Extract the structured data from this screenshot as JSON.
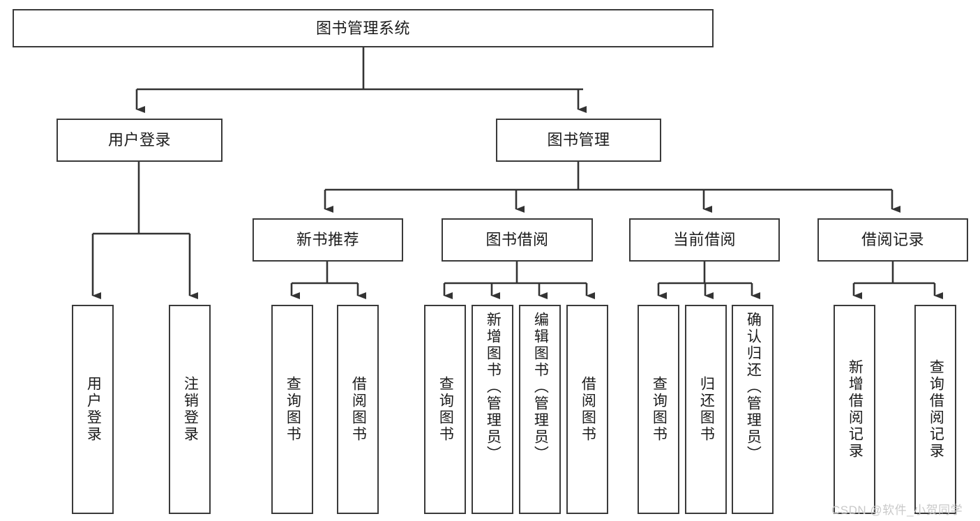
{
  "diagram": {
    "type": "tree-hierarchy",
    "title": "图书管理系统",
    "root": {
      "label": "图书管理系统"
    },
    "level2": [
      {
        "label": "用户登录"
      },
      {
        "label": "图书管理"
      }
    ],
    "level3": [
      {
        "label": "新书推荐"
      },
      {
        "label": "图书借阅"
      },
      {
        "label": "当前借阅"
      },
      {
        "label": "借阅记录"
      }
    ],
    "leaves": {
      "user_login": [
        {
          "label": "用户登录"
        },
        {
          "label": "注销登录"
        }
      ],
      "new_book_recommend": [
        {
          "label": "查询图书"
        },
        {
          "label": "借阅图书"
        }
      ],
      "book_borrow": [
        {
          "label": "查询图书"
        },
        {
          "label": "新增图书（管理员）"
        },
        {
          "label": "编辑图书（管理员）"
        },
        {
          "label": "借阅图书"
        }
      ],
      "current_borrow": [
        {
          "label": "查询图书"
        },
        {
          "label": "归还图书"
        },
        {
          "label": "确认归还（管理员）"
        }
      ],
      "borrow_record": [
        {
          "label": "新增借阅记录"
        },
        {
          "label": "查询借阅记录"
        }
      ]
    },
    "watermark": "CSDN @软件_小贺同学",
    "colors": {
      "box_border": "#3a3a3a",
      "box_fill": "#ffffff",
      "connector": "#333333",
      "text": "#1b1b1b",
      "watermark": "#c9c9c9",
      "background": "#ffffff"
    }
  }
}
